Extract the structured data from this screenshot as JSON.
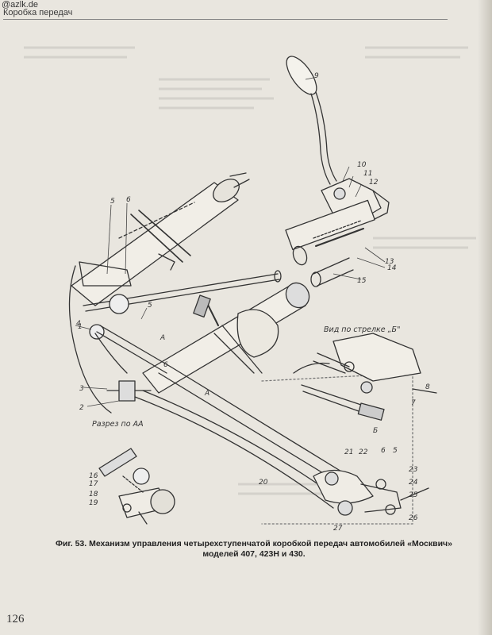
{
  "header": {
    "site": "@azlk.de",
    "section": "Коробка передач"
  },
  "figure": {
    "labels": [
      "1",
      "2",
      "3",
      "4",
      "5",
      "6",
      "5",
      "6",
      "9",
      "10",
      "11",
      "12",
      "13",
      "14",
      "15",
      "16",
      "17",
      "18",
      "19",
      "20",
      "21",
      "22",
      "6",
      "5",
      "23",
      "24",
      "25",
      "26",
      "27",
      "7",
      "8",
      "А",
      "А",
      "Б"
    ],
    "view_label": "Вид по стрелке „Б\"",
    "section_label": "Разрез по АА"
  },
  "caption": {
    "line1": "Фиг. 53. Механизм управления четырехступенчатой коробкой передач автомобилей «Москвич»",
    "line2": "моделей 407, 423Н и 430."
  },
  "page_number": "126"
}
